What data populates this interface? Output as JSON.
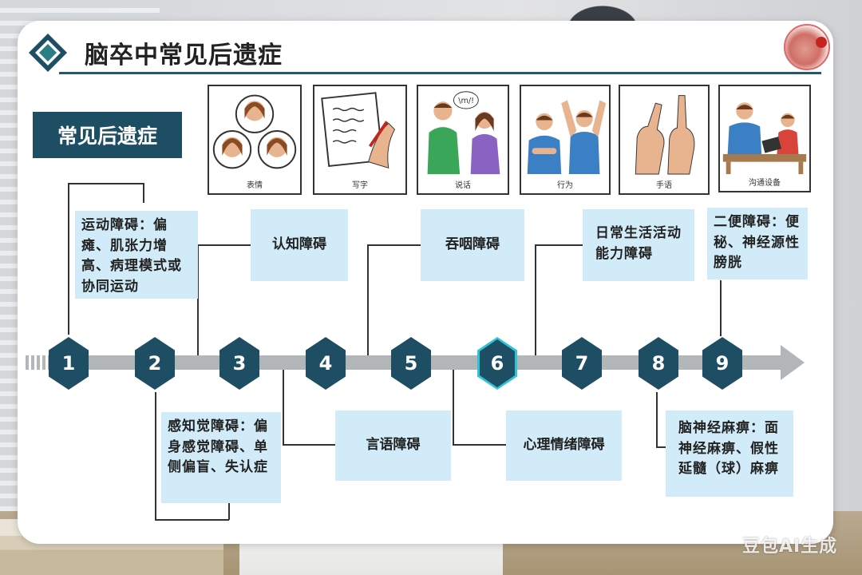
{
  "slide": {
    "title": "脑卒中常见后遗症",
    "section_label": "常见后遗症"
  },
  "pictograms": [
    {
      "caption": "表情",
      "icon": "facial-expression-icon"
    },
    {
      "caption": "写字",
      "icon": "writing-icon"
    },
    {
      "caption": "说话",
      "icon": "talking-icon"
    },
    {
      "caption": "行为",
      "icon": "behavior-icon"
    },
    {
      "caption": "手语",
      "icon": "sign-language-icon"
    },
    {
      "caption": "沟通设备",
      "icon": "communication-device-icon"
    }
  ],
  "timeline": {
    "markers": [
      "1",
      "2",
      "3",
      "4",
      "5",
      "6",
      "7",
      "8",
      "9"
    ],
    "highlighted": "6"
  },
  "boxes": {
    "b1": "运动障碍：偏瘫、肌张力增高、病理模式或协同运动",
    "b2": "感知觉障碍：偏身感觉障碍、单侧偏盲、失认症",
    "b3": "认知障碍",
    "b4": "言语障碍",
    "b5": "吞咽障碍",
    "b6": "心理情绪障碍",
    "b7": "日常生活活动能力障碍",
    "b8": "脑神经麻痹：面神经麻痹、假性延髓（球）麻痹",
    "b9": "二便障碍：便秘、神经源性膀胱"
  },
  "watermark": "豆包AI生成",
  "colors": {
    "primary": "#1d4e63",
    "box_fill": "#d1ecf8",
    "highlight": "#2ec3d6",
    "timeline": "#b3b6b9"
  }
}
